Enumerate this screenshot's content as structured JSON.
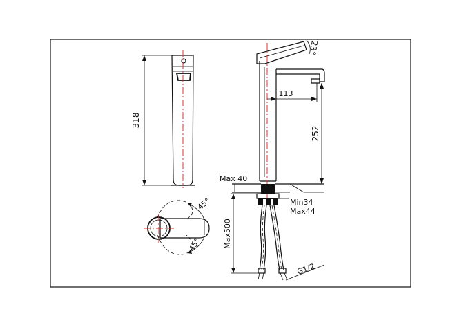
{
  "dimensions": {
    "height_total": "318",
    "spout_reach": "113",
    "spout_height": "252",
    "handle_angle": "23°",
    "rotation_upper": "45°",
    "rotation_lower": "45°",
    "deck_thickness": "Max 40",
    "hole_min": "Min34",
    "hole_max": "Max44",
    "hose_length": "Max500",
    "thread": "G1/2"
  }
}
